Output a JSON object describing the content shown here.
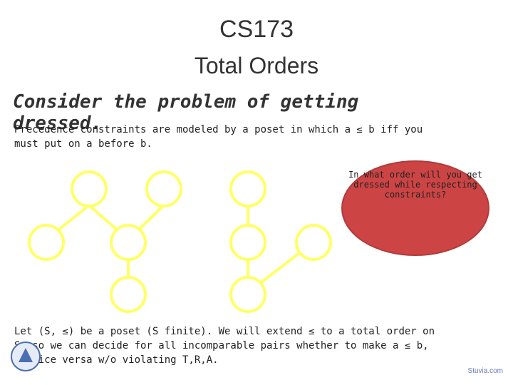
{
  "slide": {
    "course": "CS173",
    "title": "Total Orders",
    "subheading": "Consider the problem of getting dressed.",
    "paragraph1": "Precedence constraints are modeled by a poset in which a ≤ b iff you must put on a before b.",
    "callout": "In what order will you get dressed while respecting constraints?",
    "paragraph2": "Let (S, ≤) be a poset (S finite). We will extend ≤ to a total order on S, so we can decide for all incomparable pairs whether to make a ≤ b, or vice versa w/o violating T,R,A.",
    "footer": "Stuvia.com"
  },
  "colors": {
    "node_stroke": "#ffff66",
    "node_fill": "#ffffff",
    "edge": "#ffff66",
    "callout_fill": "#cc4444",
    "logo": "#4a6fb3"
  },
  "icons": {
    "logo": "logo-icon"
  }
}
